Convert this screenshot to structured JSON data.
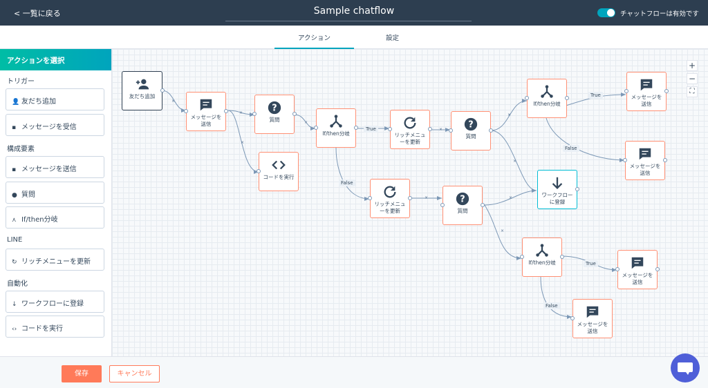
{
  "header": {
    "back_label": "< 一覧に戻る",
    "title": "Sample chatflow",
    "toggle_label": "チャットフローは有効です"
  },
  "tabs": [
    {
      "label": "アクション",
      "active": true
    },
    {
      "label": "設定",
      "active": false
    }
  ],
  "sidebar": {
    "heading": "アクションを選択",
    "sections": [
      {
        "title": "トリガー",
        "items": [
          {
            "icon": "add-user-icon",
            "label": "友だち追加"
          },
          {
            "icon": "message-icon",
            "label": "メッセージを受信"
          }
        ]
      },
      {
        "title": "構成要素",
        "items": [
          {
            "icon": "message-icon",
            "label": "メッセージを送信"
          },
          {
            "icon": "question-icon",
            "label": "質問"
          },
          {
            "icon": "branch-icon",
            "label": "If/then分岐"
          }
        ]
      },
      {
        "title": "LINE",
        "items": [
          {
            "icon": "refresh-icon",
            "label": "リッチメニューを更新"
          }
        ]
      },
      {
        "title": "自動化",
        "items": [
          {
            "icon": "arrow-down-icon",
            "label": "ワークフローに登録"
          },
          {
            "icon": "code-icon",
            "label": "コードを実行"
          }
        ]
      }
    ]
  },
  "nodes": {
    "n1": {
      "label": "友だち追加",
      "icon": "add-user-icon"
    },
    "n2": {
      "label": "メッセージを送信",
      "icon": "message-icon"
    },
    "n3": {
      "label": "質問",
      "icon": "question-icon"
    },
    "n4": {
      "label": "コードを実行",
      "icon": "code-icon"
    },
    "n5": {
      "label": "If/then分岐",
      "icon": "branch-icon"
    },
    "n6": {
      "label": "リッチメニューを更新",
      "icon": "refresh-icon"
    },
    "n7": {
      "label": "質問",
      "icon": "question-icon"
    },
    "n8": {
      "label": "リッチメニューを更新",
      "icon": "refresh-icon"
    },
    "n9": {
      "label": "質問",
      "icon": "question-icon"
    },
    "n10": {
      "label": "If/then分岐",
      "icon": "branch-icon"
    },
    "n11": {
      "label": "メッセージを送信",
      "icon": "message-icon"
    },
    "n12": {
      "label": "メッセージを送信",
      "icon": "message-icon"
    },
    "n13": {
      "label": "ワークフローに登録",
      "icon": "arrow-down-icon"
    },
    "n14": {
      "label": "If/then分岐",
      "icon": "branch-icon"
    },
    "n15": {
      "label": "メッセージを送信",
      "icon": "message-icon"
    },
    "n16": {
      "label": "メッセージを送信",
      "icon": "message-icon"
    }
  },
  "edge_labels": {
    "true": "True",
    "false": "False"
  },
  "zoom": {
    "in": "+",
    "out": "−",
    "fit": "⛶"
  },
  "footer": {
    "save_label": "保存",
    "cancel_label": "キャンセル"
  },
  "colors": {
    "header_bg": "#2d3e50",
    "accent": "#00a4bd",
    "node_border": "#ff8f73",
    "save_bg": "#ff7a59",
    "chat_bg": "#4f5fd8"
  }
}
